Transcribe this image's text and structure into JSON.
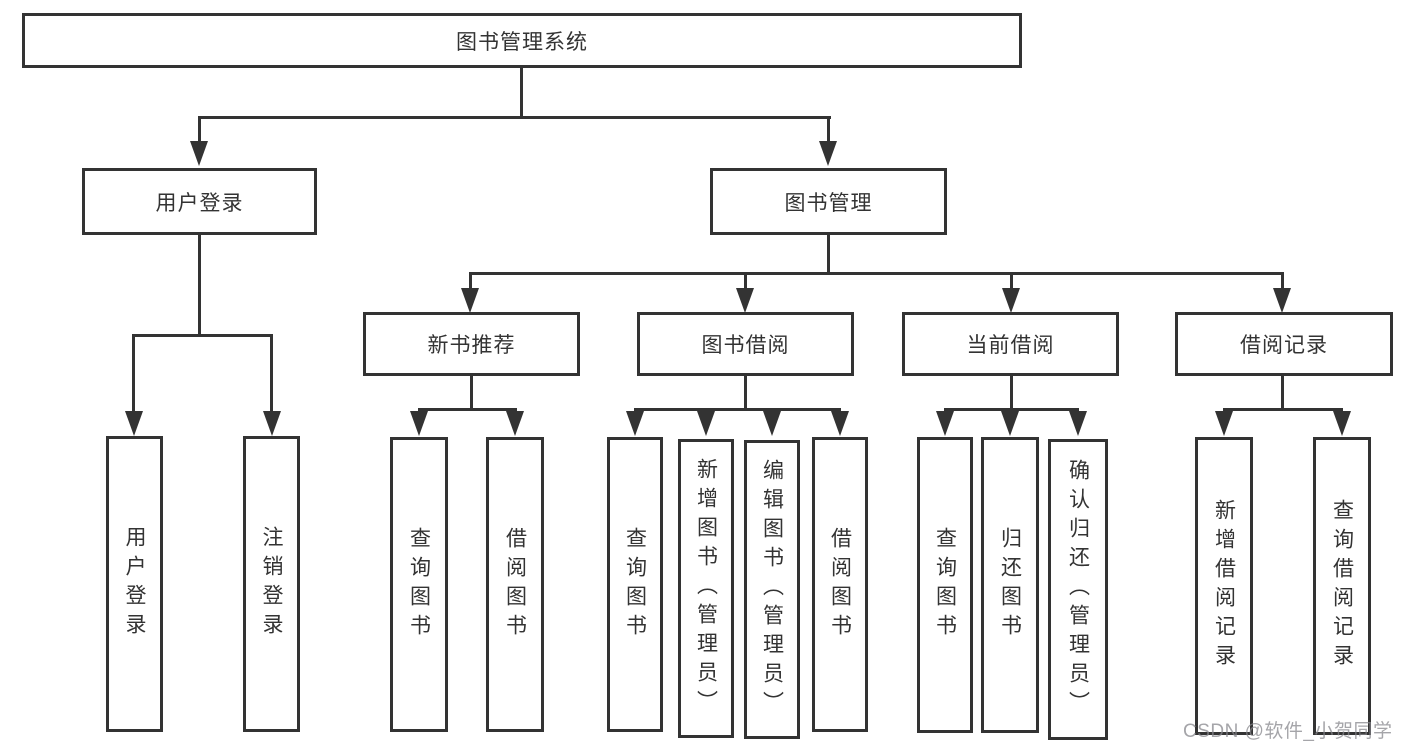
{
  "tree": {
    "root": {
      "label": "图书管理系统"
    },
    "branches": [
      {
        "label": "用户登录",
        "leaves": [
          {
            "label": "用户登录"
          },
          {
            "label": "注销登录"
          }
        ]
      },
      {
        "label": "图书管理",
        "groups": [
          {
            "label": "新书推荐",
            "leaves": [
              {
                "label": "查询图书"
              },
              {
                "label": "借阅图书"
              }
            ]
          },
          {
            "label": "图书借阅",
            "leaves": [
              {
                "label": "查询图书"
              },
              {
                "label": "新增图书（管理员）"
              },
              {
                "label": "编辑图书（管理员）"
              },
              {
                "label": "借阅图书"
              }
            ]
          },
          {
            "label": "当前借阅",
            "leaves": [
              {
                "label": "查询图书"
              },
              {
                "label": "归还图书"
              },
              {
                "label": "确认归还（管理员）"
              }
            ]
          },
          {
            "label": "借阅记录",
            "leaves": [
              {
                "label": "新增借阅记录"
              },
              {
                "label": "查询借阅记录"
              }
            ]
          }
        ]
      }
    ]
  },
  "watermark": "CSDN @软件_小贺同学",
  "colors": {
    "line": "#333333",
    "box_border": "#333333",
    "text": "#333333",
    "background": "#ffffff",
    "watermark": "#87878c"
  }
}
